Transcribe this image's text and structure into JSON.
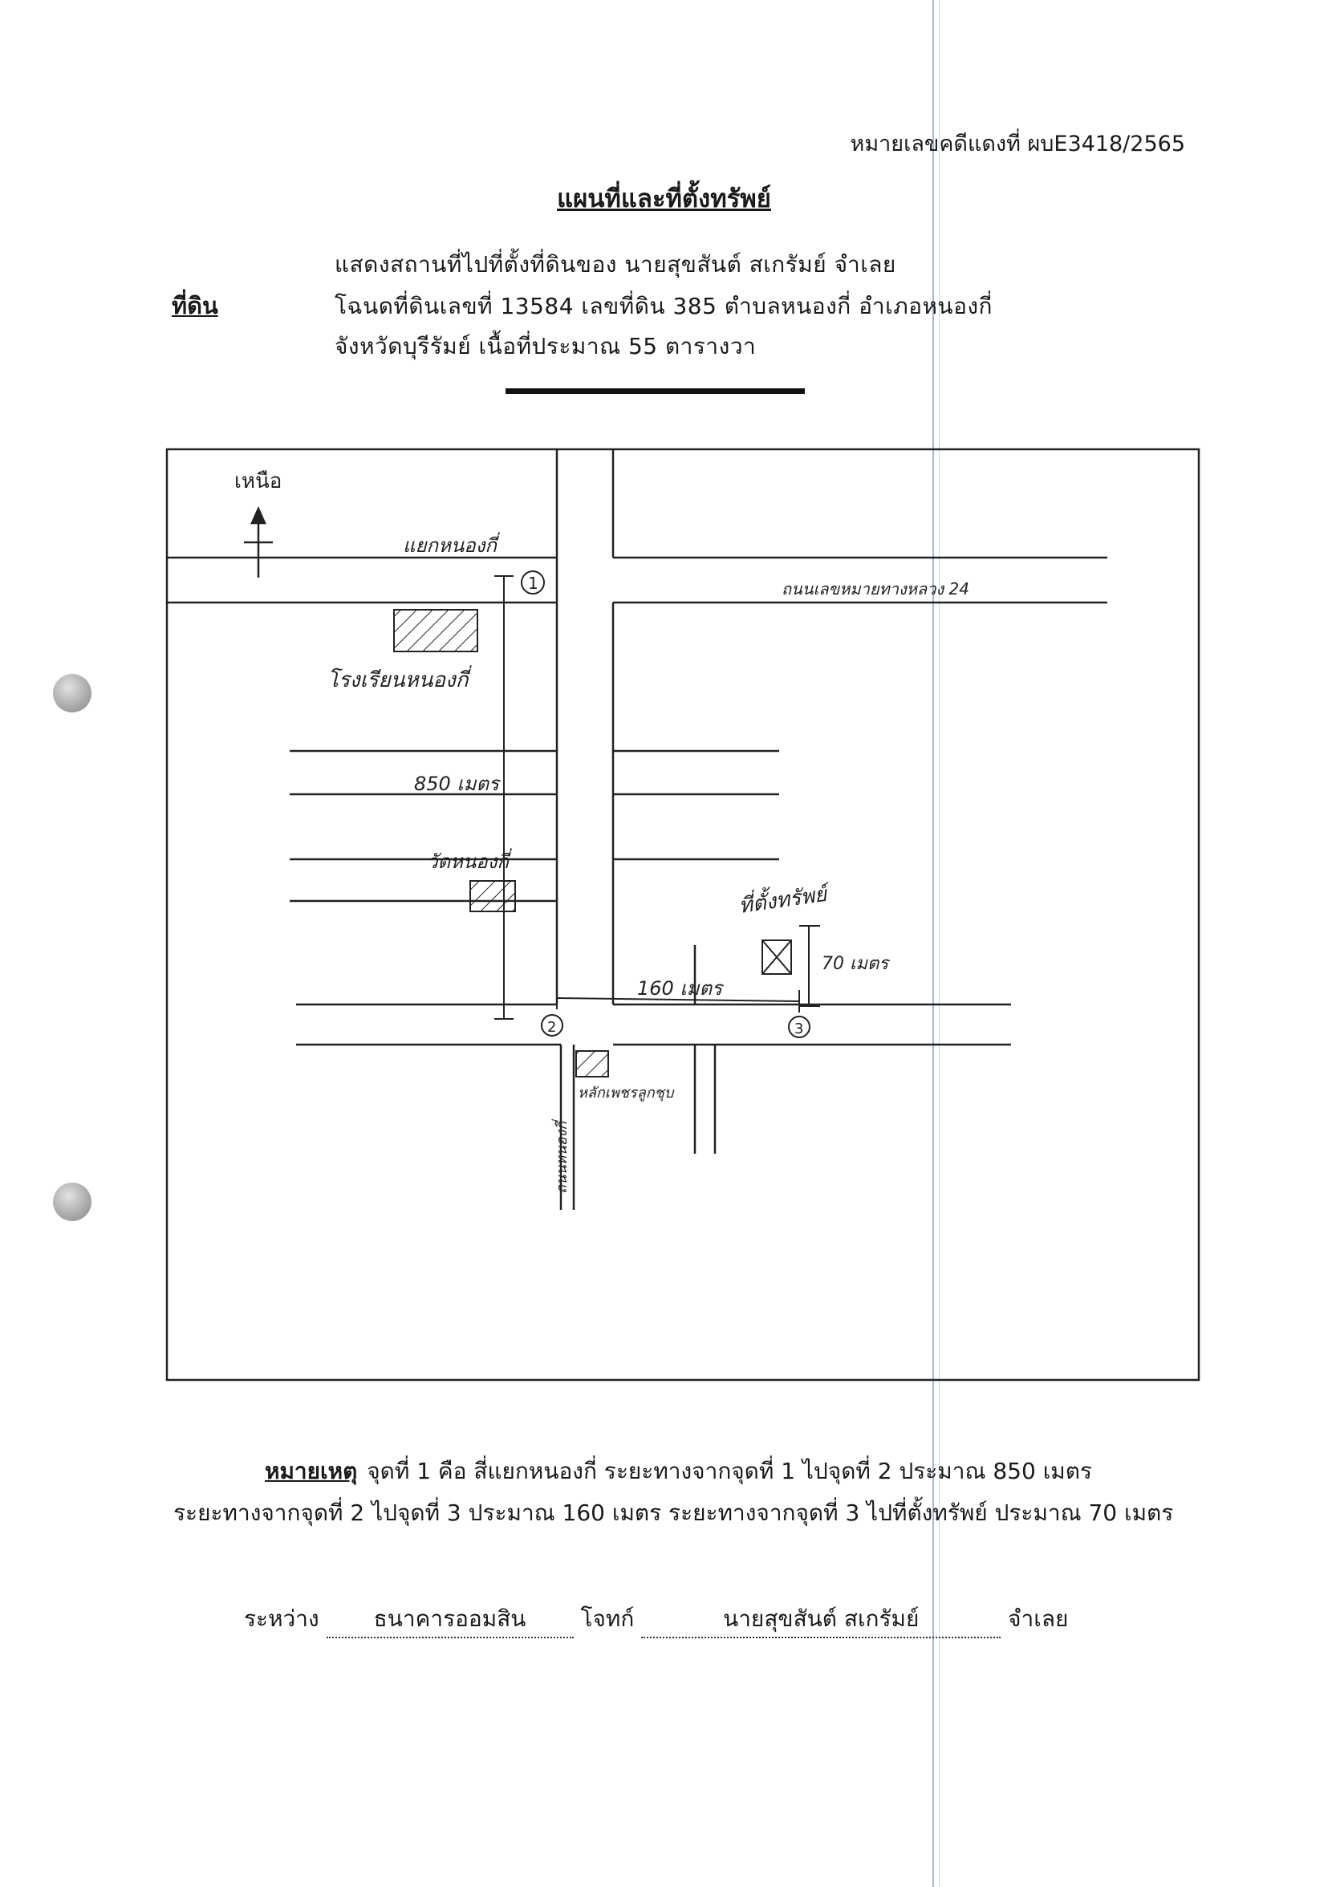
{
  "header": {
    "case_number": "หมายเลขคดีแดงที่ ผบE3418/2565",
    "title": "แผนที่และที่ตั้งทรัพย์"
  },
  "property": {
    "label": "ที่ดิน",
    "line1": "แสดงสถานที่ไปที่ตั้งที่ดินของ  นายสุขสันต์  สเกรัมย์  จำเลย",
    "line2": "โฉนดที่ดินเลขที่  13584  เลขที่ดิน  385  ตำบลหนองกี่  อำเภอหนองกี่",
    "line3": "จังหวัดบุรีรัมย์  เนื้อที่ประมาณ  55  ตารางวา"
  },
  "map": {
    "north_label": "เหนือ",
    "labels": {
      "intersection": "แยกหนองกี่",
      "road_right": "ถนนเลขหมายทางหลวง 24",
      "school": "โรงเรียนหนองกี่",
      "distance_850": "850 เมตร",
      "temple": "วัดหนองกี่",
      "property": "ที่ตั้งทรัพย์",
      "distance_160": "160 เมตร",
      "distance_70": "70 เมตร",
      "shop": "หลักเพชรลูกชุบ",
      "road_vertical": "ถนนหนองกี่"
    },
    "points": [
      "1",
      "2",
      "3"
    ]
  },
  "notes": {
    "label": "หมายเหตุ",
    "line1": "จุดที่ 1 คือ สี่แยกหนองกี่ ระยะทางจากจุดที่ 1 ไปจุดที่ 2 ประมาณ 850 เมตร",
    "line2": "ระยะทางจากจุดที่ 2 ไปจุดที่ 3 ประมาณ 160 เมตร ระยะทางจากจุดที่ 3 ไปที่ตั้งทรัพย์ ประมาณ 70 เมตร"
  },
  "parties": {
    "between_label": "ระหว่าง",
    "plaintiff": "ธนาคารออมสิน",
    "plaintiff_label": "โจทก์",
    "defendant": "นายสุขสันต์ สเกรัมย์",
    "defendant_label": "จำเลย"
  }
}
